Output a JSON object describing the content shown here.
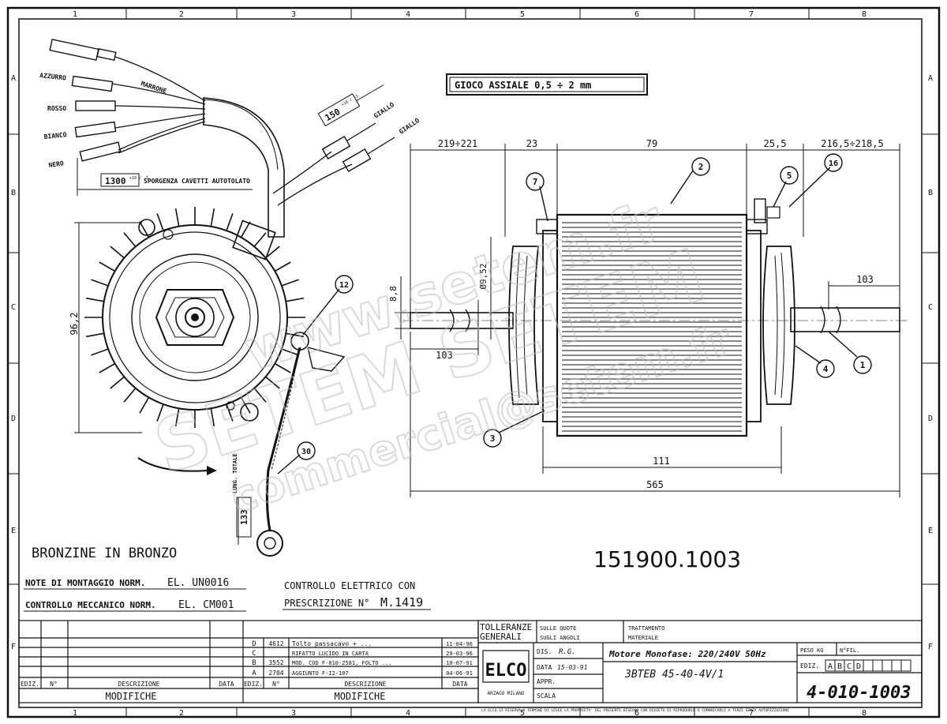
{
  "grid": {
    "top_numbers": [
      "1",
      "2",
      "3",
      "4",
      "5",
      "6",
      "7",
      "8"
    ],
    "bottom_numbers": [
      "1",
      "2",
      "3",
      "4",
      "5",
      "6",
      "7",
      "8"
    ],
    "side_letters": [
      "A",
      "B",
      "C",
      "D",
      "E",
      "F"
    ]
  },
  "gioco_assiale": "GIOCO ASSIALE   0,5 ÷ 2 mm",
  "wire_labels": {
    "marrone": "MARRONE",
    "azzurro": "AZZURRO",
    "rosso": "ROSSO",
    "bianco": "BIANCO",
    "nero": "NERO",
    "giallo_1": "GIALLO",
    "giallo_2": "GIALLO"
  },
  "lead_length": "1300",
  "lead_tolerance": "+10 / -5",
  "lead_note": "SPORGENZA CAVETTI AUTOTOLATO",
  "yellow_length": "150",
  "yellow_tolerance": "+10 / -5",
  "dimensions": {
    "d_219": "219÷221",
    "d_23": "23",
    "d_79": "79",
    "d_25": "25,5",
    "d_216": "216,5÷218,5",
    "d_103_right": "103",
    "d_103_left": "103",
    "d_8_8": "8,8",
    "d_9_52": "Ø9,52",
    "d_96_2": "96,2",
    "d_111": "111",
    "d_565": "565",
    "d_133": "133",
    "lung_totale": "LUNG. TOTALE"
  },
  "balloons": {
    "b1": "1",
    "b2": "2",
    "b3": "3",
    "b4": "4",
    "b5": "5",
    "b7": "7",
    "b12": "12",
    "b16": "16",
    "b30": "30"
  },
  "bronzine": "BRONZINE IN BRONZO",
  "part_code": "151900.1003",
  "notes": {
    "montaggio_label": "NOTE DI MONTAGGIO NORM.",
    "montaggio_code": "EL. UN0016",
    "meccanico_label": "CONTROLLO MECCANICO NORM.",
    "meccanico_code": "EL. CM001",
    "elettrico_1": "CONTROLLO ELETTRICO CON",
    "elettrico_2": "PRESCRIZIONE N°",
    "elettrico_code": "M.1419"
  },
  "modifiche": {
    "rows": [
      {
        "ediz": "D",
        "n": "4612",
        "desc": "Tolto passacavo + ...",
        "date": "11-04-96"
      },
      {
        "ediz": "C",
        "n": "",
        "desc": "RIFATTO LUCIDO IN CARTA",
        "date": "29-03-96"
      },
      {
        "ediz": "B",
        "n": "3552",
        "desc": "MOD. COD F-010-2581, FOLTO ...",
        "date": "10-07-91"
      },
      {
        "ediz": "A",
        "n": "2704",
        "desc": "AGGIUNTO F-I2-107",
        "date": "04-06-91"
      }
    ],
    "head_ediz": "EDIZ.",
    "head_n": "N°",
    "head_desc": "DESCRIZIONE",
    "head_date": "DATA",
    "head_desc_left": "DESCRIZIONE",
    "title": "MODIFICHE"
  },
  "title_block": {
    "tolleranze": "TOLLERANZE",
    "generali": "GENERALI",
    "sulle_quote": "SULLE QUOTE",
    "sugli_angoli": "SUGLI ANGOLI",
    "trattamento": "TRATTAMENTO",
    "materiale": "MATERIALE",
    "logo": "ELCO",
    "logo_sub": "ARZAGO MILANO",
    "dis_label": "DIS.",
    "dis_value": "R.G.",
    "data_label": "DATA",
    "data_value": "15-03-91",
    "appr_label": "APPR.",
    "scala_label": "SCALA",
    "description_1": "Motore Monofase: 220/240V 50Hz",
    "description_2": "3BTEB 45-40-4V/1",
    "peso_label": "PESO KG",
    "nfil_label": "N°FIL.",
    "ediz_label": "EDIZ.",
    "ediz_letters": [
      "A",
      "B",
      "C",
      "D"
    ],
    "drawing_number": "4-010-1003",
    "footer": "LA ELCO SI RISERVA A TERMINE DI LEGGE LA PROPRIETA' DEL PRESENTE DISEGNO CON DIVIETO DI RIPRODURLO O COMUNICARLO A TERZI SENZA AUTORIZZAZIONE"
  },
  "watermark": {
    "line1": "www.setem.fr",
    "line2": "SETEM SETEM",
    "line3": "commercial@setem.fr"
  }
}
